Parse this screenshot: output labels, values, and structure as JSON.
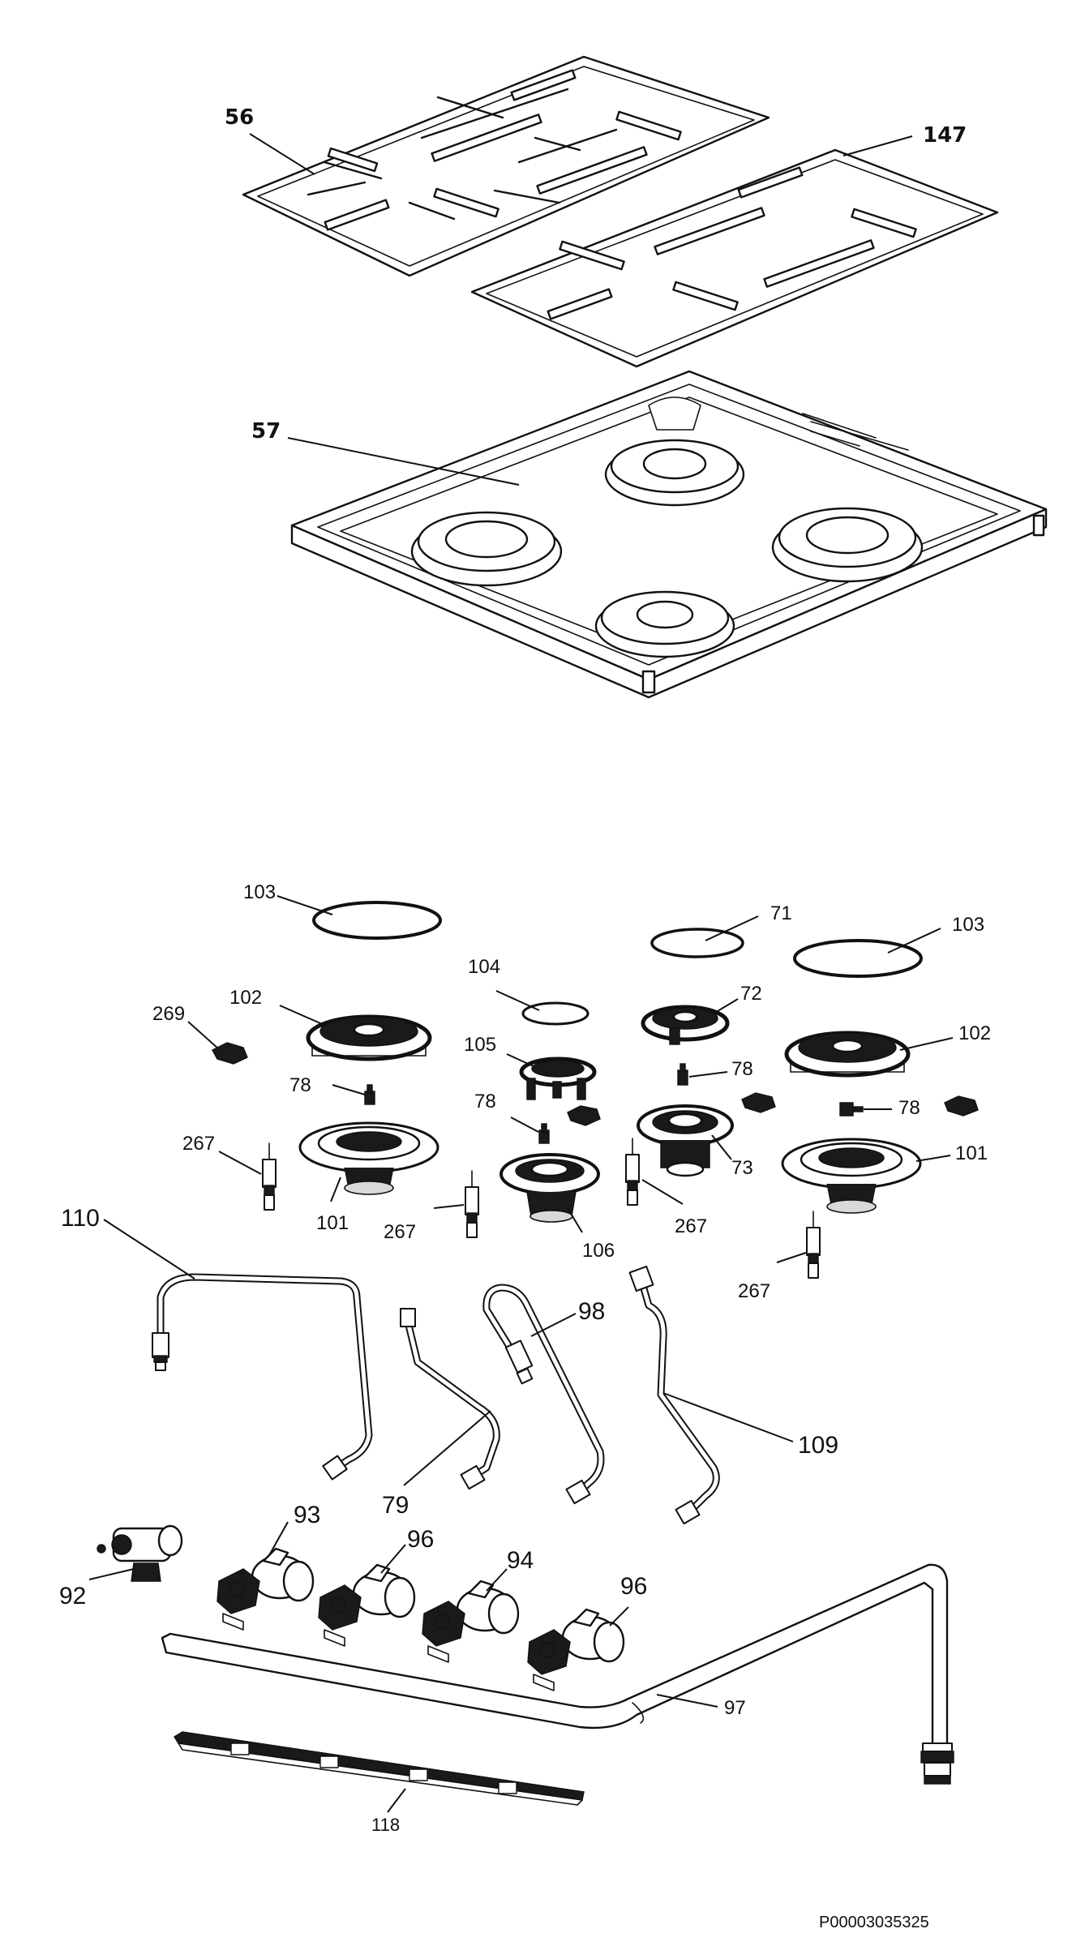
{
  "diagram": {
    "reference_code": "P00003035325",
    "labels": {
      "grid_left": "56",
      "grid_right": "147",
      "hob_top": "57",
      "cap_large_left": "103",
      "cap_small_right": "71",
      "cap_large_right": "103",
      "cap_medium": "104",
      "crown_small": "72",
      "spreader_left": "102",
      "spreader_right": "102",
      "clip_left": "269",
      "crown_medium": "105",
      "thermocouple_a": "78",
      "thermocouple_b": "78",
      "thermocouple_c": "78",
      "thermocouple_d": "78",
      "burner_body_small": "73",
      "spark_plug_left": "267",
      "spark_plug_mid": "267",
      "spark_plug_center": "267",
      "spark_plug_right": "267",
      "burner_body_left": "101",
      "burner_body_right": "101",
      "burner_body_medium": "106",
      "pipe_left": "110",
      "pipe_mid": "79",
      "pipe_center": "98",
      "pipe_right": "109",
      "connector_left": "92",
      "valve_a": "93",
      "valve_b": "96",
      "valve_c": "94",
      "valve_d": "96",
      "gas_ramp": "97",
      "valve_bracket": "118"
    }
  }
}
